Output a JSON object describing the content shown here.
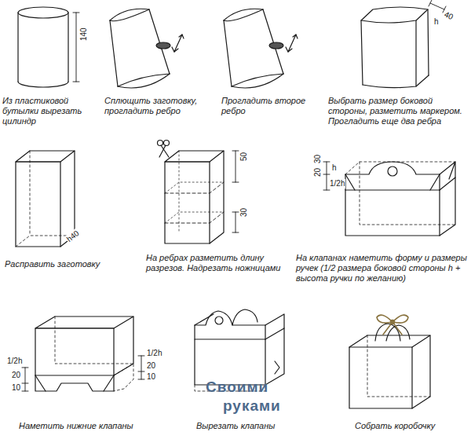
{
  "diagram": {
    "labels": [
      "140",
      "Из пластиковой бутылки вырезать цилиндр",
      "Сплющить заготовку, прогладить ребро",
      "Прогладить второе ребро",
      "40",
      "h",
      "Выбрать размер боковой стороны, разметить маркером. Прогладить еще два ребра",
      "h40",
      "Расправить заготовку",
      "50",
      "30",
      "На ребрах разметить длину разрезов. Надрезать ножницами",
      "20",
      "30",
      "h",
      "1/2h",
      "На клапанах наметить форму и размеры ручек (1/2 размера боковой стороны h + высота ручки по желанию)",
      "10",
      "20",
      "1/2h",
      "10",
      "20",
      "1/2h",
      "Наметить нижние клапаны",
      "Вырезать клапаны",
      "Собрать коробочку",
      "Своими",
      "руками"
    ]
  }
}
